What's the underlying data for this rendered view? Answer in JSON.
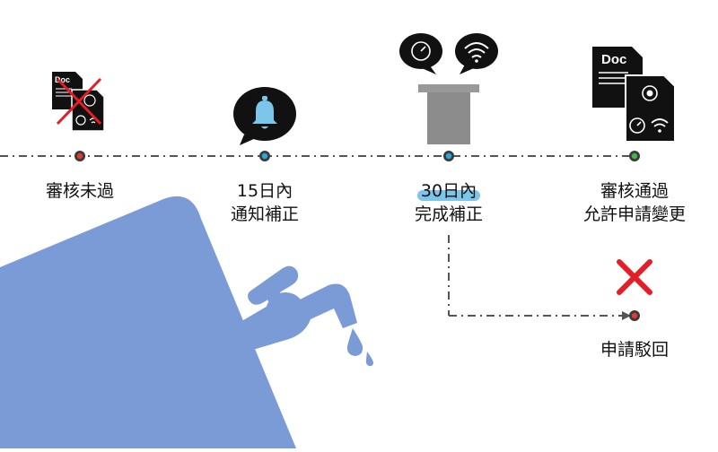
{
  "colors": {
    "line": "#555555",
    "dot_red": "#e53935",
    "dot_blue": "#29a8e0",
    "dot_green": "#43b54a",
    "blob": "#7b9bd6",
    "highlight": "#7cc6ec",
    "cross": "#e41e26"
  },
  "doc_text": "Doc",
  "steps": [
    {
      "lines": [
        "審核未過"
      ],
      "dot": "red",
      "icon": "crossed-document-icon"
    },
    {
      "lines": [
        "15日內",
        "通知補正"
      ],
      "dot": "blue",
      "icon": "bell-bubble-icon"
    },
    {
      "lines": [
        "30日內",
        "完成補正"
      ],
      "dot": "blue",
      "icon": "meter-wifi-bubbles-icon",
      "highlight_first_line": true
    },
    {
      "lines": [
        "審核通過",
        "允許申請變更"
      ],
      "dot": "green",
      "icon": "approved-documents-icon"
    }
  ],
  "branch": {
    "label": "申請駁回",
    "dot": "red",
    "icon": "red-x-icon"
  }
}
